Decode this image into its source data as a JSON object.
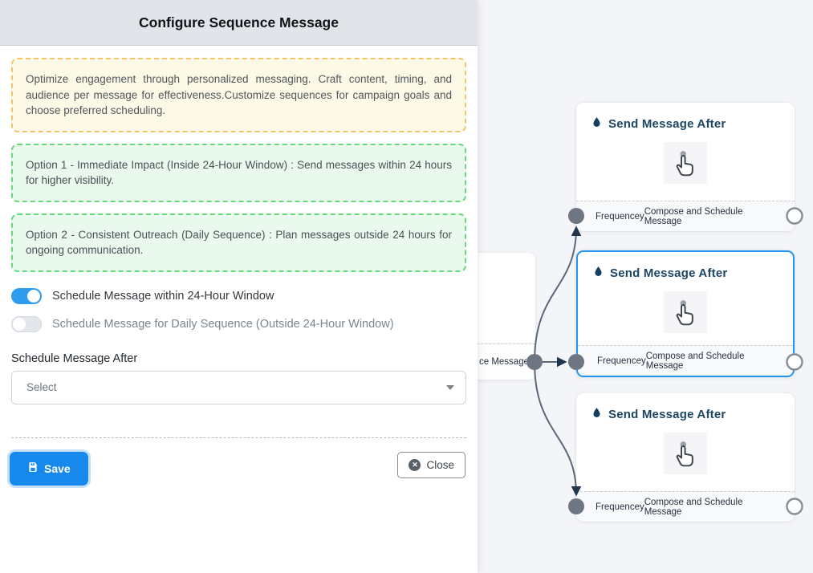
{
  "modal": {
    "title": "Configure Sequence Message",
    "info_box": "Optimize engagement through personalized messaging. Craft content, timing, and audience per message for effectiveness.Customize sequences for campaign goals and choose preferred scheduling.",
    "option_boxes": [
      "Option 1 - Immediate Impact (Inside 24-Hour Window) : Send messages within 24 hours for higher visibility.",
      "Option 2 - Consistent Outreach (Daily Sequence) : Plan messages outside 24 hours for ongoing communication."
    ],
    "toggles": [
      {
        "label": "Schedule Message within 24-Hour Window",
        "state": "on"
      },
      {
        "label": "Schedule Message for Daily Sequence (Outside 24-Hour Window)",
        "state": "off"
      }
    ],
    "schedule_after": {
      "label": "Schedule Message After",
      "value": "Select"
    },
    "buttons": {
      "save": "Save",
      "close": "Close"
    }
  },
  "flow": {
    "partial_node": {
      "footer_text": "ce Message"
    },
    "nodes": [
      {
        "title": "Send Message After",
        "footer_left": "Frequencey",
        "footer_right": "Compose and Schedule Message",
        "selected": false
      },
      {
        "title": "Send Message After",
        "footer_left": "Frequencey",
        "footer_right": "Compose and Schedule Message",
        "selected": true
      },
      {
        "title": "Send Message After",
        "footer_left": "Frequencey",
        "footer_right": "Compose and Schedule Message",
        "selected": false
      }
    ]
  },
  "colors": {
    "selected_node_border": "#2196f3",
    "toggle_on": "#2d9cf0",
    "save_button": "#1789ec",
    "node_title": "#1d4663",
    "edge": "#5c6878",
    "arrow": "#20364d",
    "info_border": "#f3c568",
    "option_border": "#67d97b",
    "header_bg": "#e2e4e9",
    "canvas_bg": "#f4f5f8"
  }
}
